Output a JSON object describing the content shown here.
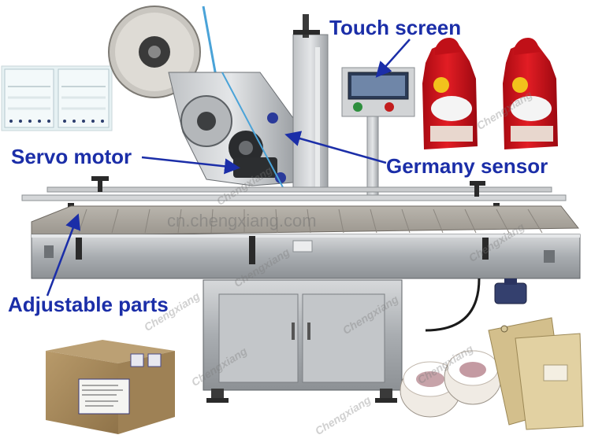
{
  "callouts": {
    "touch_screen": "Touch screen",
    "servo_motor": "Servo motor",
    "germany_sensor": "Germany sensor",
    "adjustable_parts": "Adjustable parts"
  },
  "watermarks": {
    "main": "cn.chengxiang.com",
    "diagonal": "Chengxiang"
  },
  "colors": {
    "callout_text": "#1b2ea8",
    "arrow": "#1b2ea8",
    "bottle_red": "#d8141c",
    "kraft_paper": "#a98c5f",
    "envelope": "#d9c796"
  }
}
